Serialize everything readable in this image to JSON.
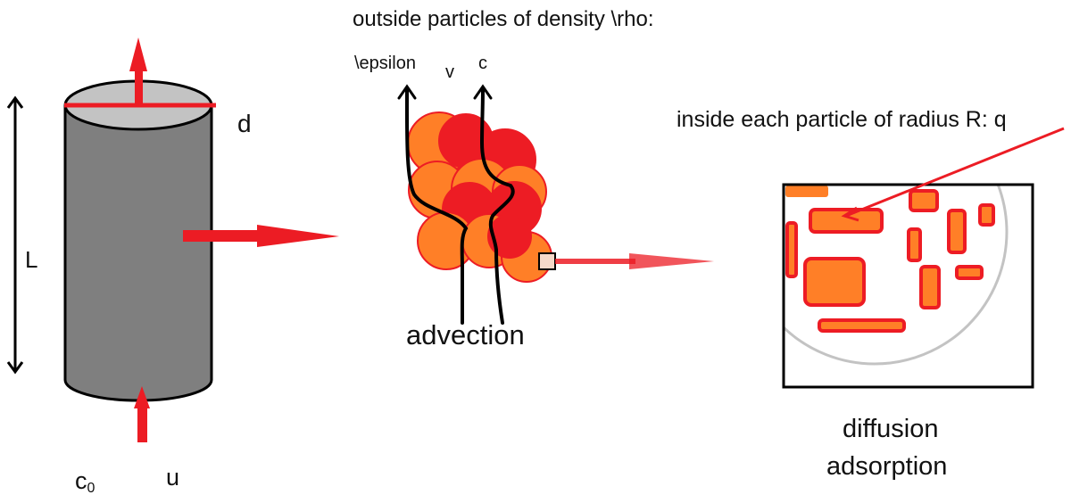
{
  "labels": {
    "outside_title": "outside particles of density \\rho:",
    "epsilon": "\\epsilon",
    "epsilon_subscript": "v",
    "c": "c",
    "inside_title": "inside each particle of radius R: q",
    "d": "d",
    "L": "L",
    "advection": "advection",
    "diffusion": "diffusion",
    "adsorption": "adsorption",
    "c0_base": "c",
    "c0_sub": "0",
    "u": "u"
  },
  "colors": {
    "arrow_red": "#ec1c24",
    "particle_orange": "#ff7f27",
    "particle_red": "#ed1c24",
    "column_gray": "#7f7f7f",
    "column_top": "#c3c3c3",
    "outline": "#000000",
    "pore_circle": "#c3c3c3"
  }
}
